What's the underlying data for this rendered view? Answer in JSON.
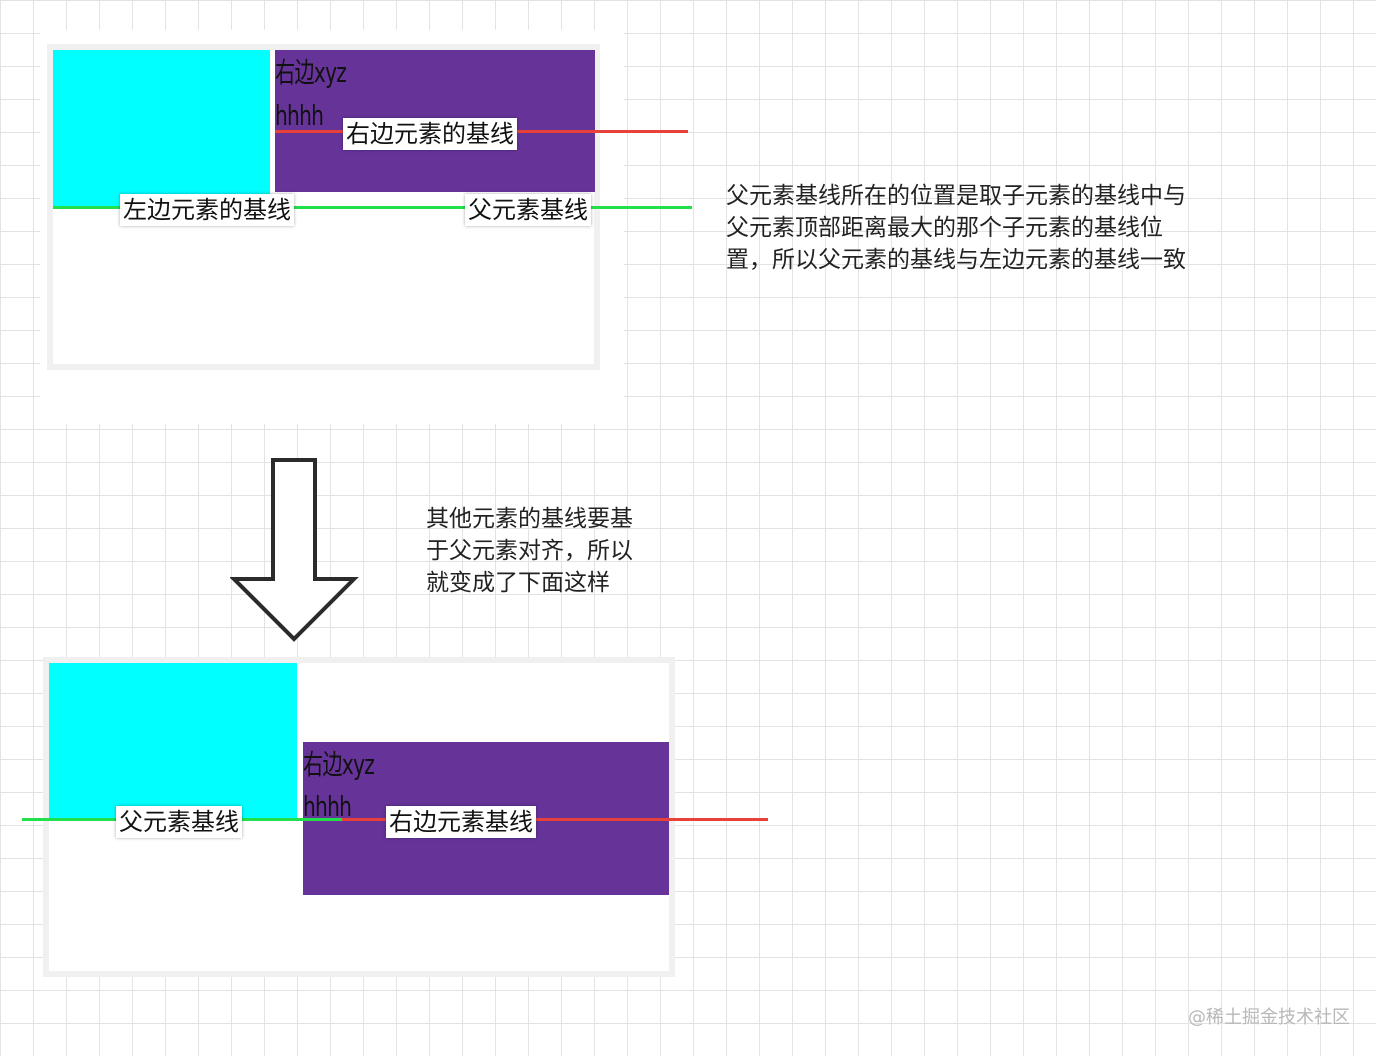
{
  "top_diagram": {
    "right_box_line1": "右边xyz",
    "right_box_line2": "hhhh",
    "right_baseline_label": "右边元素的基线",
    "left_baseline_label": "左边元素的基线",
    "parent_baseline_label": "父元素基线"
  },
  "note_right": [
    "父元素基线所在的位置是取子元素的基线中与",
    "父元素顶部距离最大的那个子元素的基线位",
    "置，所以父元素的基线与左边元素的基线一致"
  ],
  "note_middle": [
    "其他元素的基线要基",
    "于父元素对齐，所以",
    "就变成了下面这样"
  ],
  "bottom_diagram": {
    "right_box_line1": "右边xyz",
    "right_box_line2": "hhhh",
    "parent_baseline_label": "父元素基线",
    "right_baseline_label": "右边元素基线"
  },
  "colors": {
    "cyan_box": "#00ffff",
    "purple_box": "#663399",
    "red_baseline": "#e8413a",
    "green_baseline": "#22e04a"
  },
  "icons": {
    "arrow": "down-arrow-icon"
  },
  "watermark": "@稀土掘金技术社区"
}
